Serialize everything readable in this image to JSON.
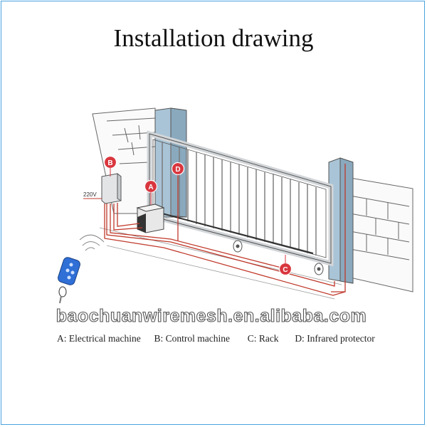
{
  "title": "Installation drawing",
  "voltage_label": "220V",
  "callouts": {
    "a": "A",
    "b": "B",
    "c": "C",
    "d": "D"
  },
  "watermark": "baochuanwiremesh.en.alibaba.com",
  "legend": [
    "A: Electrical machine",
    "B: Control machine",
    "C: Rack",
    "D: Infrared protector"
  ],
  "colors": {
    "frame_border": "#4aa3df",
    "callout_red": "#d9363e",
    "wire_red": "#c0392b",
    "pillar_blue": "#a9c4d6"
  },
  "icons": [
    "remote-control-icon",
    "signal-waves-icon",
    "gate-motor-icon",
    "control-box-icon",
    "gate-wheel-icon"
  ]
}
